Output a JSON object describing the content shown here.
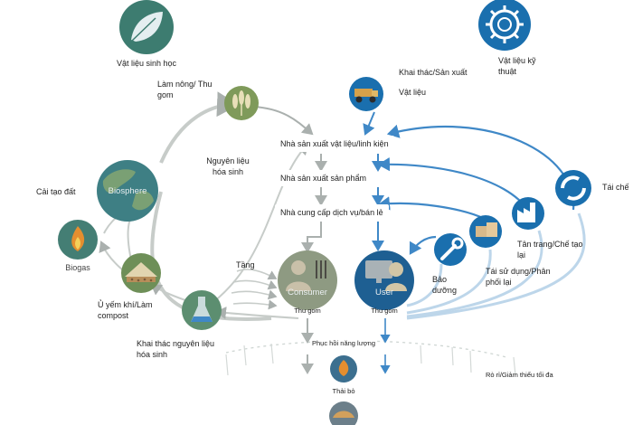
{
  "nodes": {
    "bio_materials": "Vật liệu sinh học",
    "tech_materials": "Vật liệu kỹ thuật",
    "farming": "Làm nông/ Thu gom",
    "mining": "Khai thác/Sản xuất",
    "materials": "Vật liệu",
    "biochemical_feedstock": "Nguyên liệu hóa sinh",
    "soil_restoration": "Cải tạo đất",
    "biosphere": "Biosphere",
    "biogas": "Biogas",
    "anaerobic": "Ủ yếm khí/Làm compost",
    "biochem_extraction": "Khai thác nguyên liệu hóa sinh",
    "cascades": "Tầng",
    "consumer": "Consumer",
    "user": "User",
    "collect_consumer": "Thu gom",
    "collect_user": "Thu gom",
    "maintenance": "Bảo dưỡng",
    "reuse": "Tái sử dụng/Phân phối lại",
    "refurbish": "Tân trang/Chế tạo lại",
    "recycle": "Tái chế",
    "energy_recovery": "Phục hồi năng lượng",
    "landfill": "Thải bỏ",
    "leakage": "Rò rỉ/Giảm thiểu tối đa"
  },
  "stages": {
    "parts_maker": "Nhà sản xuất vật liệu/linh kiện",
    "product_maker": "Nhà sản xuất sản phẩm",
    "service_provider": "Nhà cung cấp dịch vụ/bán lẻ"
  },
  "colors": {
    "bio_cycle": "#7c9a5e",
    "bio_circle": "#3d7c70",
    "tech_cycle": "#3f88c7",
    "tech_circle": "#1a6fae",
    "grey_arrow": "#aab0ae",
    "consumer_circle": "#8e9a82",
    "user_circle": "#1e5f92"
  }
}
